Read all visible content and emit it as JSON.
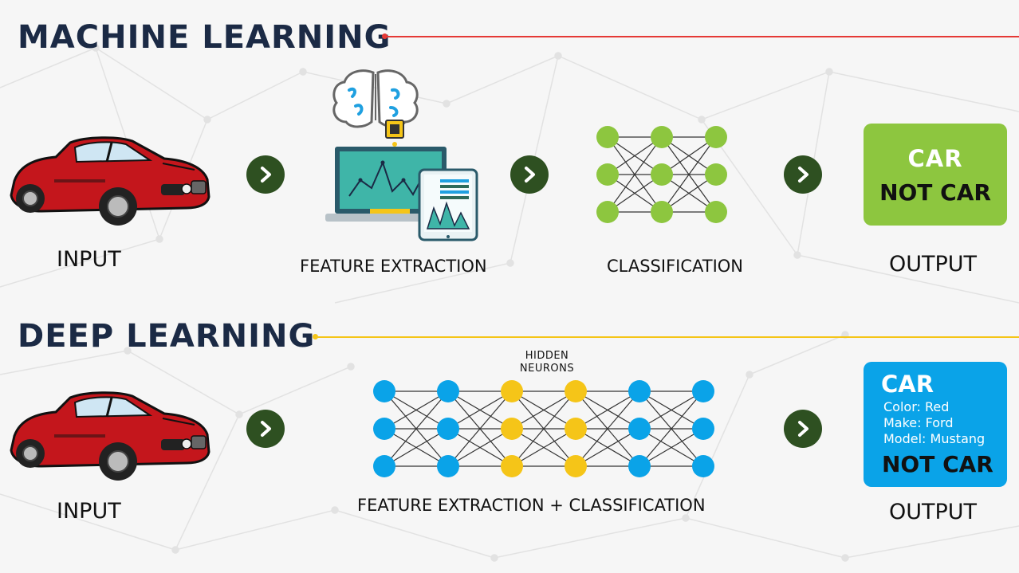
{
  "machine_learning": {
    "title": "MACHINE LEARNING",
    "line_color": "#e53935",
    "input_label": "INPUT",
    "feature_label": "FEATURE EXTRACTION",
    "classification_label": "CLASSIFICATION",
    "output_label": "OUTPUT",
    "output_box": {
      "car": "CAR",
      "not_car": "NOT CAR",
      "color": "#8dc63f"
    },
    "network": {
      "layers": [
        3,
        3,
        3
      ],
      "node_color": "#8dc63f"
    }
  },
  "deep_learning": {
    "title": "DEEP LEARNING",
    "line_color": "#f5c518",
    "input_label": "INPUT",
    "hidden_label_line1": "HIDDEN",
    "hidden_label_line2": "NEURONS",
    "feature_classification_label": "FEATURE EXTRACTION + CLASSIFICATION",
    "output_label": "OUTPUT",
    "output_box": {
      "car": "CAR",
      "color_line": "Color: Red",
      "make_line": "Make: Ford",
      "model_line": "Model: Mustang",
      "not_car": "NOT CAR",
      "color": "#0aa3e8"
    },
    "network": {
      "layers": [
        3,
        3,
        3,
        3,
        3,
        3
      ],
      "layer_colors": [
        "#0aa3e8",
        "#0aa3e8",
        "#f5c518",
        "#f5c518",
        "#0aa3e8",
        "#0aa3e8"
      ]
    }
  },
  "colors": {
    "title_text": "#1b2a45",
    "arrow_circle": "#2e5021",
    "car_body": "#c4161c",
    "background": "#f6f6f6"
  },
  "icons": [
    "car-icon",
    "arrow-right-icon",
    "brain-chip-icon",
    "laptop-chart-icon",
    "tablet-chart-icon"
  ]
}
